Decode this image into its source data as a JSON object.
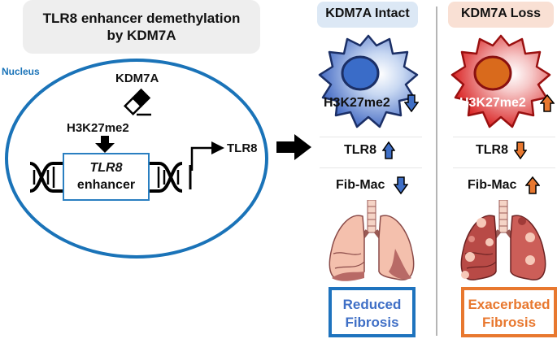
{
  "title": {
    "line1": "TLR8 enhancer demethylation",
    "line2": "by KDM7A"
  },
  "nucleus": {
    "label": "Nucleus",
    "enzyme_label": "KDM7A",
    "mark_label": "H3K27me2",
    "enhancer_gene": "TLR8",
    "enhancer_text": "enhancer",
    "target_label": "TLR8"
  },
  "conditions": [
    {
      "header": "KDM7A Intact",
      "mark": "H3K27me2",
      "mark_direction": "down",
      "tlr8": "TLR8",
      "tlr8_direction": "up",
      "fibmac": "Fib-Mac",
      "fibmac_direction": "down",
      "outcome_line1": "Reduced",
      "outcome_line2": "Fibrosis"
    },
    {
      "header": "KDM7A Loss",
      "mark": "H3K27me2",
      "mark_direction": "up",
      "tlr8": "TLR8",
      "tlr8_direction": "down",
      "fibmac": "Fib-Mac",
      "fibmac_direction": "up",
      "outcome_line1": "Exacerbated",
      "outcome_line2": "Fibrosis"
    }
  ],
  "colors": {
    "nucleus_blue": "#1a73b8",
    "intact_blue": "#3f6fc6",
    "loss_orange": "#e8782f",
    "loss_red": "#d82020"
  }
}
